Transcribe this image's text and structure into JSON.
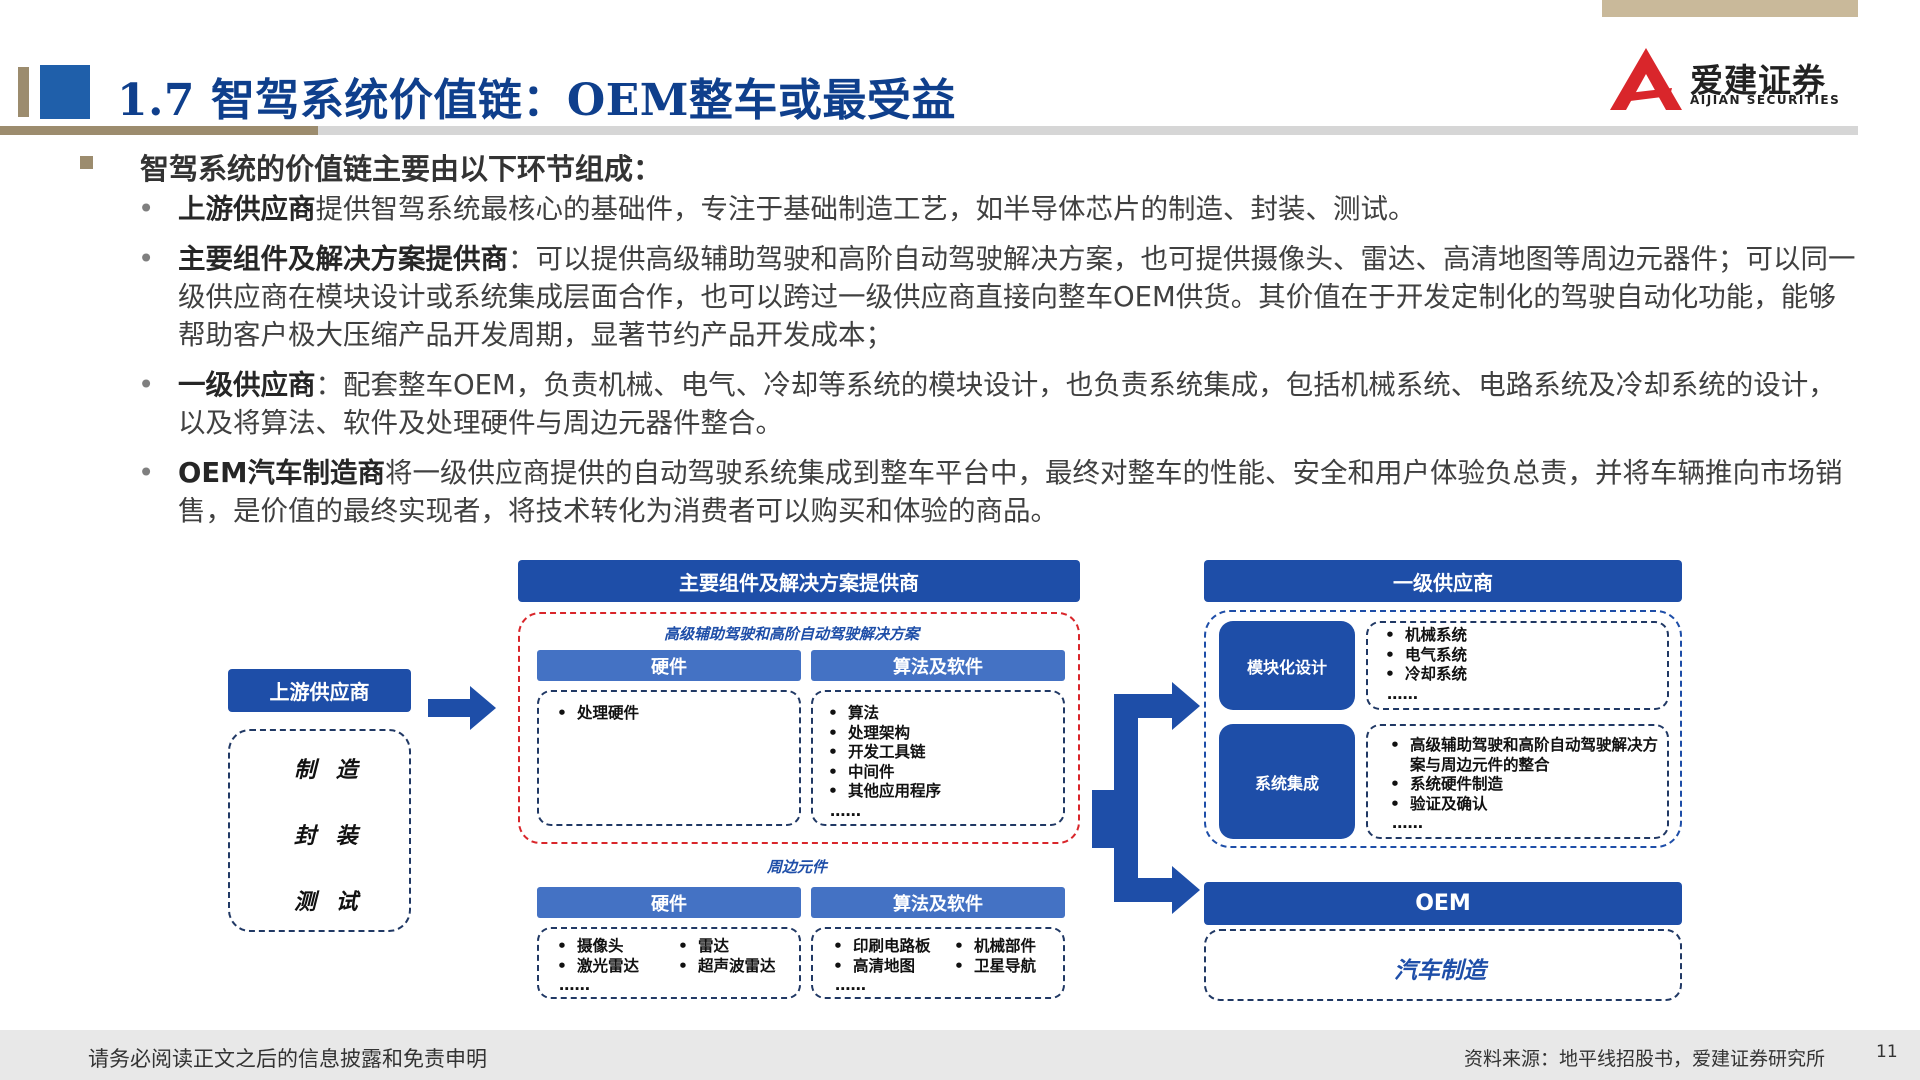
{
  "title": "1.7 智驾系统价值链：OEM整车或最受益",
  "logo": {
    "cn": "爱建证券",
    "en": "AIJIAN SECURITIES"
  },
  "intro": "智驾系统的价值链主要由以下环节组成：",
  "bullets": [
    {
      "term": "上游供应商",
      "text": "提供智驾系统最核心的基础件，专注于基础制造工艺，如半导体芯片的制造、封装、测试。"
    },
    {
      "term": "主要组件及解决方案提供商",
      "text": "：可以提供高级辅助驾驶和高阶自动驾驶解决方案，也可提供摄像头、雷达、高清地图等周边元器件；可以同一级供应商在模块设计或系统集成层面合作，也可以跨过一级供应商直接向整车OEM供货。其价值在于开发定制化的驾驶自动化功能，能够帮助客户极大压缩产品开发周期，显著节约产品开发成本；"
    },
    {
      "term": "一级供应商",
      "text": "：配套整车OEM，负责机械、电气、冷却等系统的模块设计，也负责系统集成，包括机械系统、电路系统及冷却系统的设计，以及将算法、软件及处理硬件与周边元器件整合。"
    },
    {
      "term": "OEM汽车制造商",
      "text": "将一级供应商提供的自动驾驶系统集成到整车平台中，最终对整车的性能、安全和用户体验负总责，并将车辆推向市场销售，是价值的最终实现者，将技术转化为消费者可以购买和体验的商品。"
    }
  ],
  "diagram": {
    "upstream": {
      "header": "上游供应商",
      "items": [
        "制 造",
        "封 装",
        "测 试"
      ]
    },
    "solutions": {
      "header": "主要组件及解决方案提供商",
      "adas_label": "高级辅助驾驶和高阶自动驾驶解决方案",
      "hw_header": "硬件",
      "sw_header": "算法及软件",
      "hw_items": [
        "处理硬件"
      ],
      "sw_items": [
        "算法",
        "处理架构",
        "开发工具链",
        "中间件",
        "其他应用程序"
      ],
      "more": "……",
      "peripheral_label": "周边元件",
      "p_hw_header": "硬件",
      "p_sw_header": "算法及软件",
      "p_hw_col1": [
        "摄像头",
        "激光雷达"
      ],
      "p_hw_col2": [
        "雷达",
        "超声波雷达"
      ],
      "p_sw_col1": [
        "印刷电路板",
        "高清地图"
      ],
      "p_sw_col2": [
        "机械部件",
        "卫星导航"
      ]
    },
    "tier1": {
      "header": "一级供应商",
      "module_label": "模块化设计",
      "module_items": [
        "机械系统",
        "电气系统",
        "冷却系统"
      ],
      "integration_label": "系统集成",
      "integration_items": [
        "高级辅助驾驶和高阶自动驾驶解决方案与周边元件的整合",
        "系统硬件制造",
        "验证及确认"
      ],
      "more": "……"
    },
    "oem": {
      "header": "OEM",
      "item": "汽车制造"
    }
  },
  "footer": {
    "disclaimer": "请务必阅读正文之后的信息披露和免责申明",
    "source": "资料来源：地平线招股书，爱建证券研究所",
    "page": "11"
  },
  "colors": {
    "primary": "#1e4ea8",
    "light_blue": "#4472c4",
    "gold": "#9c8c6e",
    "red_dash": "#d9262b"
  }
}
